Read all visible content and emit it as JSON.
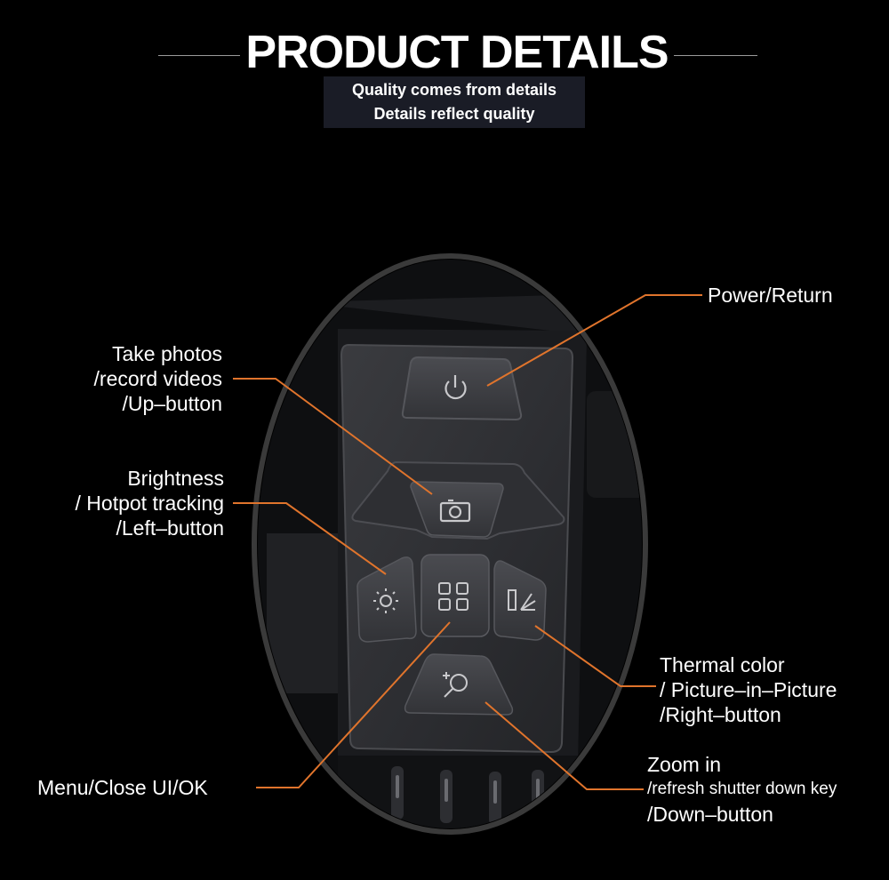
{
  "header": {
    "title": "PRODUCT DETAILS",
    "tagline_1": "Quality comes from details",
    "tagline_2": "Details reflect quality"
  },
  "callouts": {
    "power": "Power/Return",
    "photo_1": "Take photos",
    "photo_2": "/record videos",
    "photo_3": "/Up–button",
    "bright_1": "Brightness",
    "bright_2": "/ Hotpot tracking",
    "bright_3": "/Left–button",
    "thermal_1": "Thermal color",
    "thermal_2": "/ Picture–in–Picture",
    "thermal_3": "/Right–button",
    "zoom_1": "Zoom in",
    "zoom_2": "/refresh shutter down key",
    "zoom_3": "/Down–button",
    "menu": "Menu/Close UI/OK"
  },
  "colors": {
    "background": "#000000",
    "leader_line": "#e0742c",
    "panel": "#2f3034",
    "button": "#3a3b40"
  },
  "icons": [
    "power-icon",
    "camera-icon",
    "brightness-icon",
    "menu-grid-icon",
    "thermal-palette-icon",
    "zoom-in-icon"
  ]
}
